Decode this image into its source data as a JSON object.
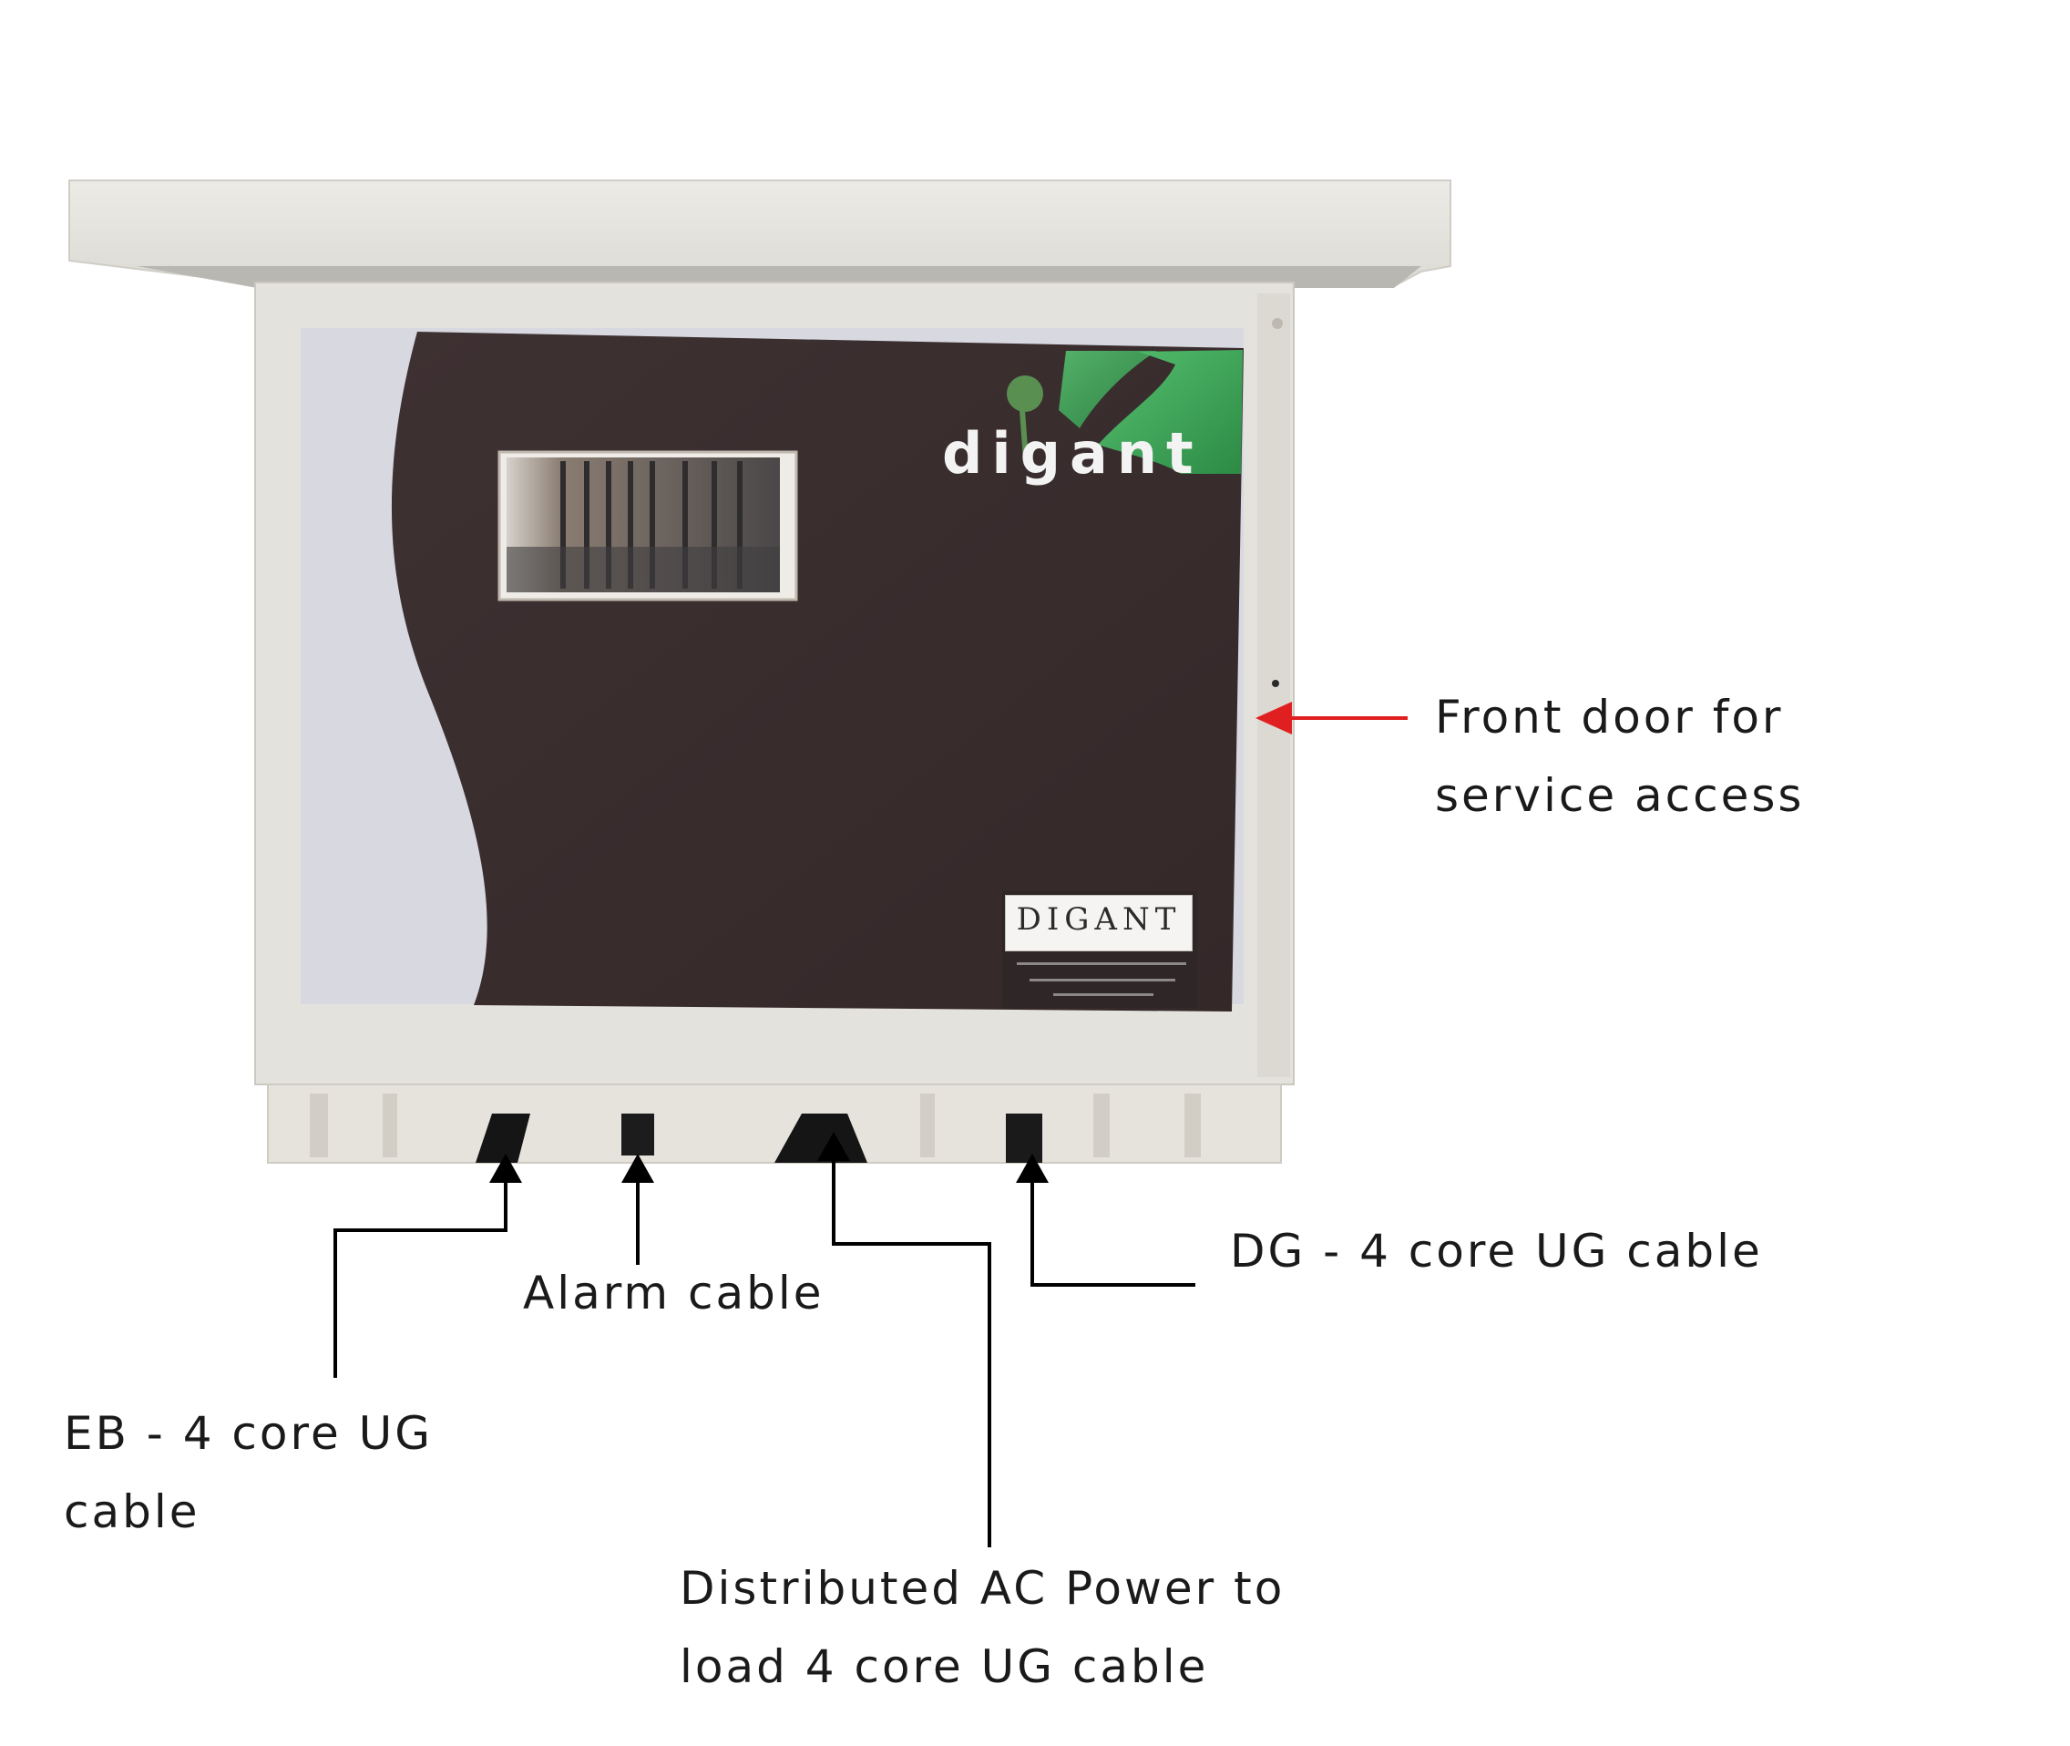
{
  "enclosure": {
    "brand_logo_text": "digant",
    "nameplate_text": "DIGANT",
    "colors": {
      "canopy": "#e7e6e1",
      "body": "#e4e2dc",
      "panel_dark": "#3b2e2f",
      "panel_light": "#d7d8e0",
      "leaf_green": "#3fa55b",
      "arrow_red": "#e02020"
    }
  },
  "callouts": {
    "front_door": {
      "lines": [
        "Front door for",
        "service access"
      ]
    },
    "alarm": {
      "lines": [
        "Alarm cable"
      ]
    },
    "dg": {
      "lines": [
        "DG - 4 core UG cable"
      ]
    },
    "eb": {
      "lines": [
        "EB - 4 core UG",
        "cable"
      ]
    },
    "distributed": {
      "lines": [
        "Distributed AC Power to",
        "load 4 core UG cable"
      ]
    }
  }
}
